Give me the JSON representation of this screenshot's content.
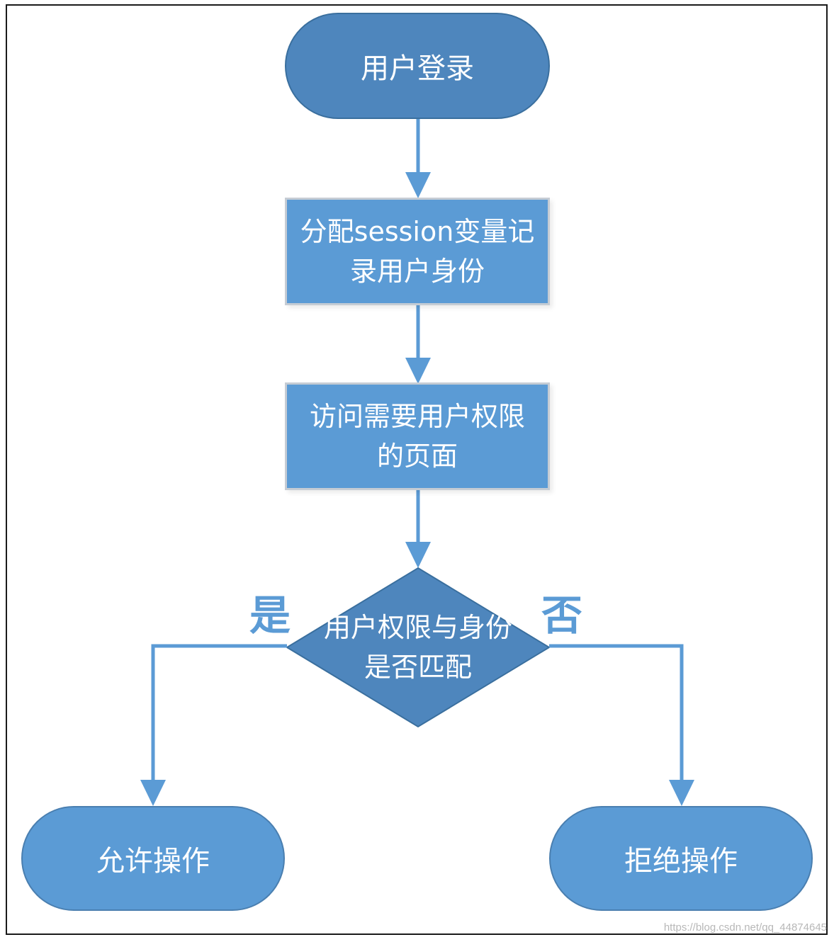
{
  "nodes": {
    "start": "用户登录",
    "assign_session": "分配session变量记录用户身份",
    "access_page": "访问需要用户权限的页面",
    "decision": "用户权限与身份是否匹配",
    "allow": "允许操作",
    "reject": "拒绝操作"
  },
  "labels": {
    "yes": "是",
    "no": "否"
  },
  "watermark": "https://blog.csdn.net/qq_44874645",
  "colors": {
    "dark_node": "#4e86bd",
    "node": "#5b9bd5",
    "connector": "#5b9bd5"
  }
}
